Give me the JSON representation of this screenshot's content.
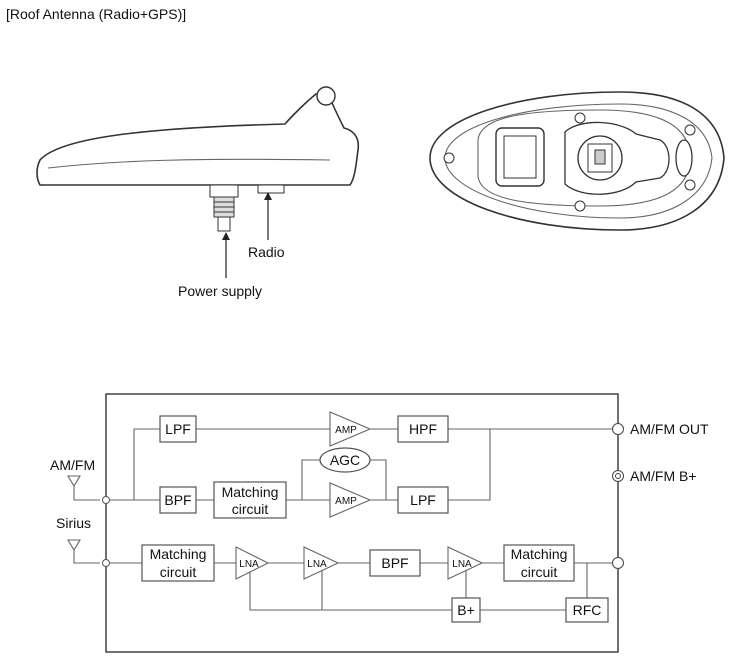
{
  "title": "[Roof Antenna (Radio+GPS)]",
  "antenna_side": {
    "radio_label": "Radio",
    "power_label": "Power supply"
  },
  "block_diagram": {
    "inputs": {
      "amfm": "AM/FM",
      "sirius": "Sirius"
    },
    "outputs": {
      "amfm_out": "AM/FM OUT",
      "amfm_bplus": "AM/FM B+"
    },
    "blocks": {
      "lpf_top": "LPF",
      "amp_top": "AMP",
      "hpf": "HPF",
      "agc": "AGC",
      "bpf_am": "BPF",
      "matching_am": [
        "Matching",
        "circuit"
      ],
      "amp_bottom": "AMP",
      "lpf_bottom": "LPF",
      "matching_sirius_in": [
        "Matching",
        "circuit"
      ],
      "lna1": "LNA",
      "lna2": "LNA",
      "bpf_sirius": "BPF",
      "lna3": "LNA",
      "matching_sirius_out": [
        "Matching",
        "circuit"
      ],
      "bplus": "B+",
      "rfc": "RFC"
    }
  }
}
